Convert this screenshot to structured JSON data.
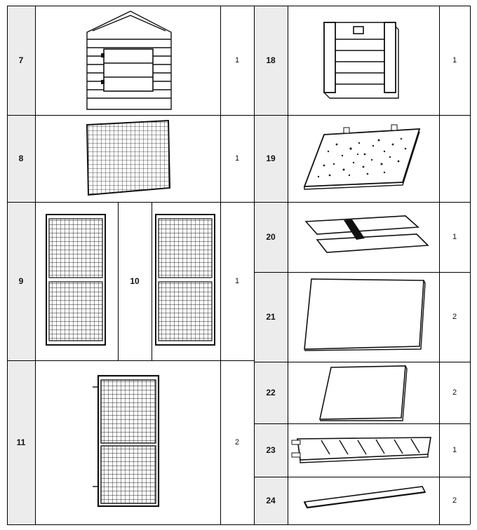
{
  "rows": [
    {
      "part": "7",
      "qty": "1",
      "icon": "gable-wall-with-window-icon"
    },
    {
      "part": "8",
      "qty": "1",
      "icon": "mesh-panel-icon"
    },
    {
      "part": "9",
      "qty": "",
      "icon": "mesh-door-panel-icon"
    },
    {
      "part": "10",
      "qty": "1",
      "icon": "mesh-door-panel-icon"
    },
    {
      "part": "11",
      "qty": "2",
      "icon": "tall-mesh-door-icon"
    },
    {
      "part": "18",
      "qty": "1",
      "icon": "slatted-panel-icon"
    },
    {
      "part": "19",
      "qty": "",
      "icon": "felt-roof-board-icon"
    },
    {
      "part": "20",
      "qty": "1",
      "icon": "plank-pair-icon"
    },
    {
      "part": "21",
      "qty": "2",
      "icon": "flat-board-icon"
    },
    {
      "part": "22",
      "qty": "2",
      "icon": "small-flat-board-icon"
    },
    {
      "part": "23",
      "qty": "1",
      "icon": "ramp-with-slats-icon"
    },
    {
      "part": "24",
      "qty": "2",
      "icon": "wooden-batten-icon"
    }
  ]
}
